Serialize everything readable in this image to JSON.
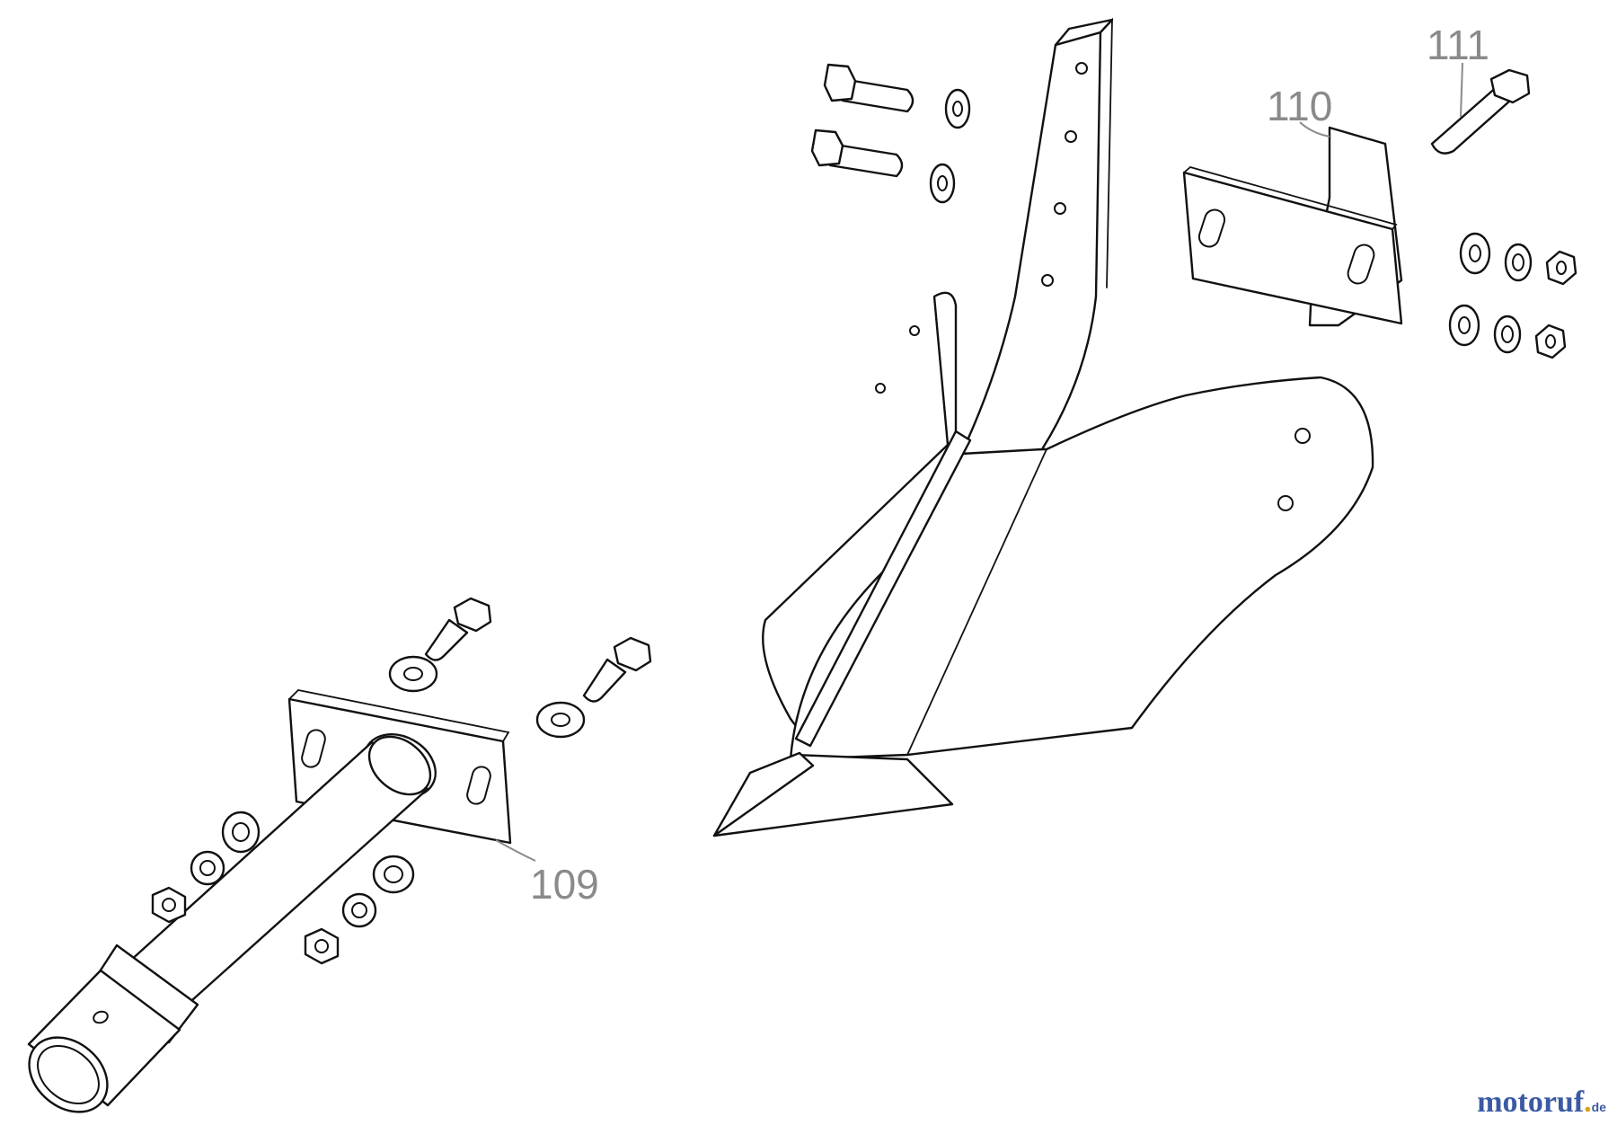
{
  "callouts": {
    "part_109": "109",
    "part_110": "110",
    "part_111": "111"
  },
  "watermark": {
    "main": "motoruf",
    "tld": "de"
  },
  "colors": {
    "line": "#111111",
    "callout": "#8a8a8a",
    "watermark_blue": "#3b5aa3",
    "watermark_gold": "#d9a21b"
  }
}
